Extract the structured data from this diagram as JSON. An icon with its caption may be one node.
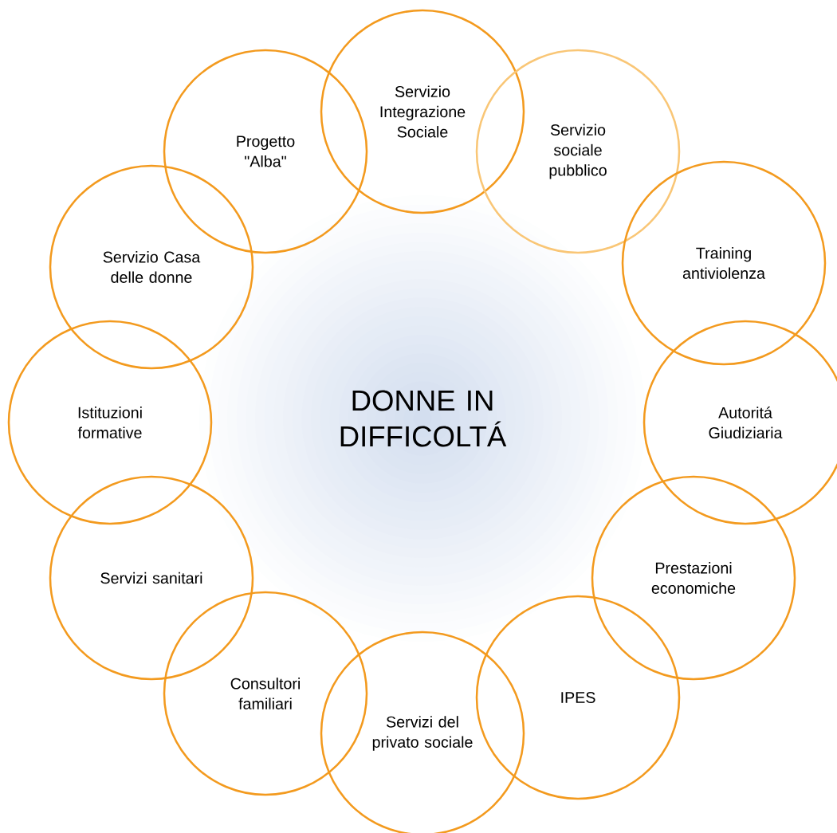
{
  "diagram": {
    "nodes": [
      {
        "text": [
          "DONNE IN DIFFICOLTÁ"
        ]
      },
      {
        "text": [
          "Servizio Integrazione Sociale"
        ]
      },
      {
        "text": [
          "Servizio sociale pubblico"
        ]
      },
      {
        "text": [
          "Training antiviolenza"
        ]
      },
      {
        "text": [
          "Autoritá Giudiziaria"
        ]
      },
      {
        "text": [
          "Prestazioni economiche"
        ]
      },
      {
        "text": [
          "IPES"
        ]
      },
      {
        "text": [
          "Servizi del privato sociale"
        ]
      },
      {
        "text": [
          "Consultori familiari"
        ]
      },
      {
        "text": [
          "Servizi sanitari"
        ]
      },
      {
        "text": [
          "Istituzioni formative"
        ]
      },
      {
        "text": [
          "Servizio Casa delle donne"
        ]
      },
      {
        "text": [
          "Progetto \"Alba\""
        ]
      }
    ]
  }
}
